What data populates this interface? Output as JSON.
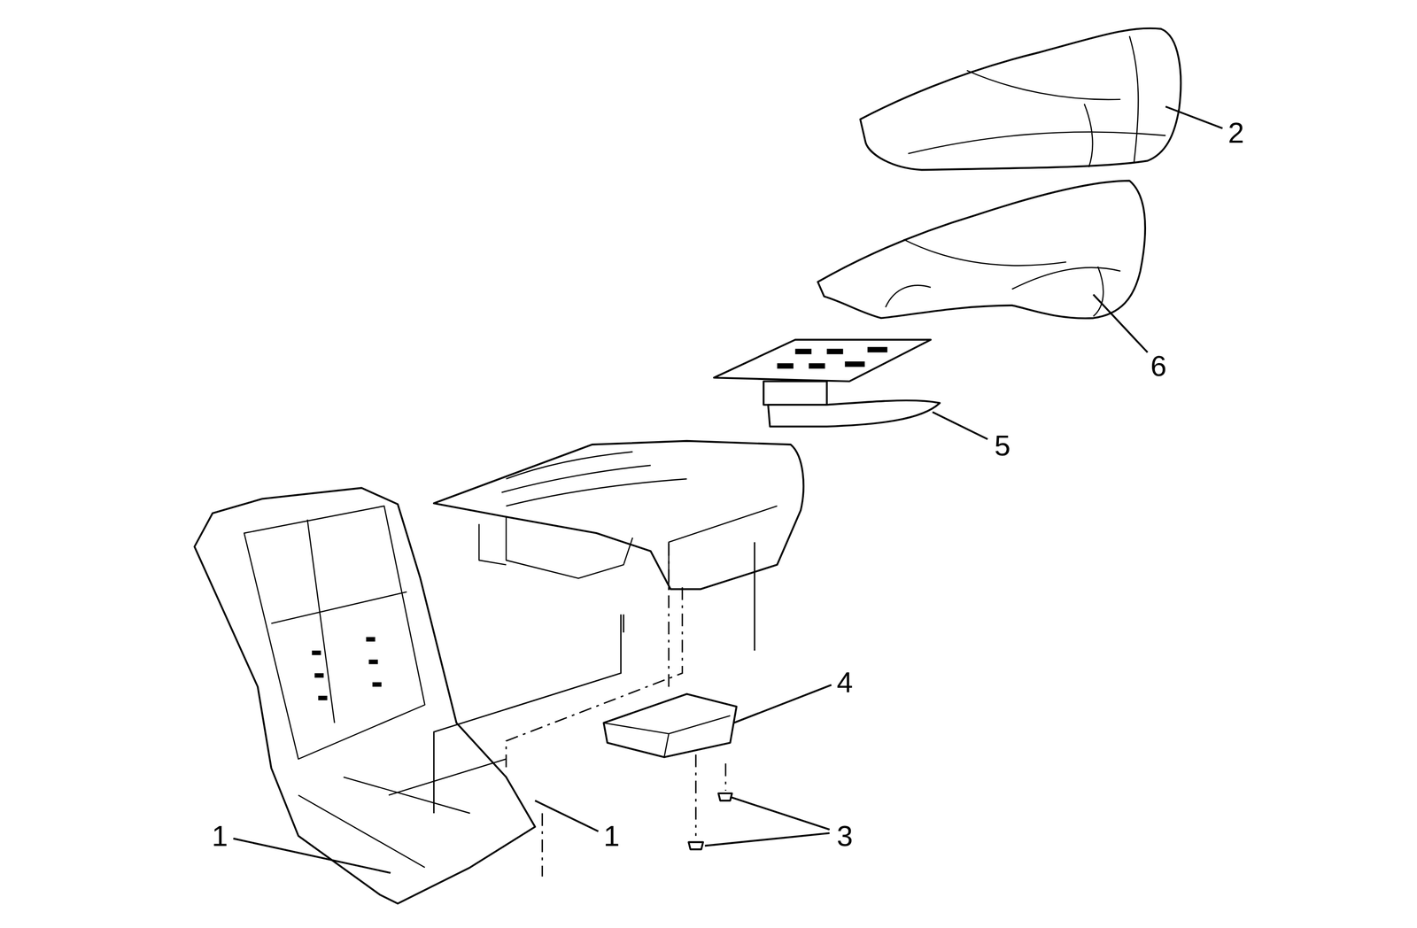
{
  "diagram": {
    "labels": [
      "2",
      "6",
      "5",
      "4",
      "1",
      "1",
      "3"
    ]
  }
}
